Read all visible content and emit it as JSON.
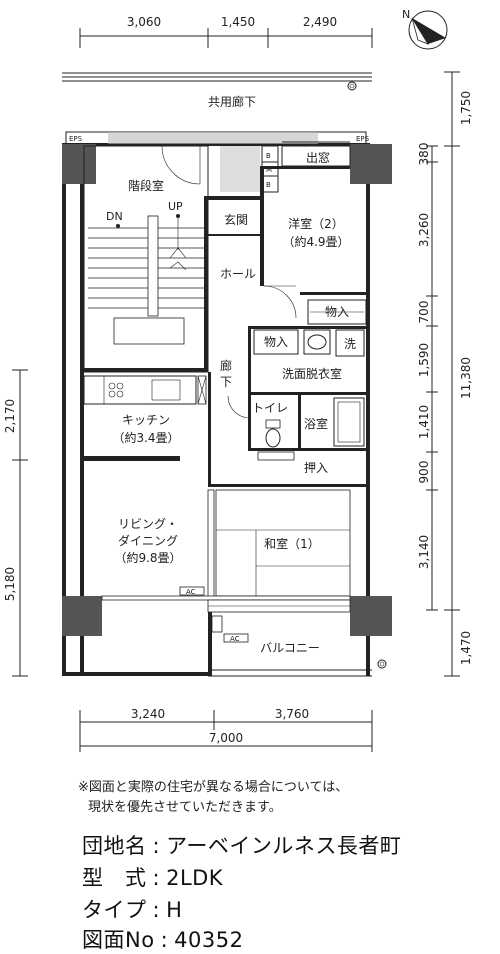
{
  "plan": {
    "dims_top": [
      "3,060",
      "1,450",
      "2,490"
    ],
    "dims_bottom": [
      "3,240",
      "3,760"
    ],
    "dims_bottom_total": "7,000",
    "dims_left": [
      "2,170",
      "5,180"
    ],
    "dims_right_inner": [
      "380",
      "3,260",
      "700",
      "1,590",
      "1,410",
      "900",
      "3,140"
    ],
    "dims_right_outer": [
      "1,750",
      "11,380",
      "1,470"
    ],
    "rooms": {
      "corridor": "共用廊下",
      "eps_left": "EPS",
      "eps_right": "EPS",
      "stairs": "階段室",
      "dn": "DN",
      "up": "UP",
      "bay_window": "出窓",
      "mb_b1": "B",
      "mb_b2": "B",
      "mb_m": "M",
      "entrance": "玄関",
      "western_room": "洋室（2）",
      "western_room_size": "（約4.9畳）",
      "hall": "ホール",
      "storage1": "物入",
      "storage2": "物入",
      "washer": "洗",
      "washroom": "洗面脱衣室",
      "hallway_1": "廊",
      "hallway_2": "下",
      "toilet": "トイレ",
      "bath": "浴室",
      "kitchen": "キッチン",
      "kitchen_size": "（約3.4畳）",
      "closet": "押入",
      "living_1": "リビング・",
      "living_2": "ダイニング",
      "living_size": "（約9.8畳）",
      "japanese_room": "和室（1）",
      "ac1": "AC",
      "ac2": "AC",
      "balcony": "バルコニー",
      "north": "N"
    }
  },
  "note": {
    "line1": "※図面と実際の住宅が異なる場合については、",
    "line2": "現状を優先させていただきます。"
  },
  "spec": {
    "estate_label": "団地名",
    "estate_value": "アーベインルネス長者町",
    "type_label": "型　式",
    "type_value": "2LDK",
    "subtype_label": "タイプ",
    "subtype_value": "H",
    "drawing_label": "図面No",
    "drawing_value": "40352",
    "sep": ":"
  }
}
